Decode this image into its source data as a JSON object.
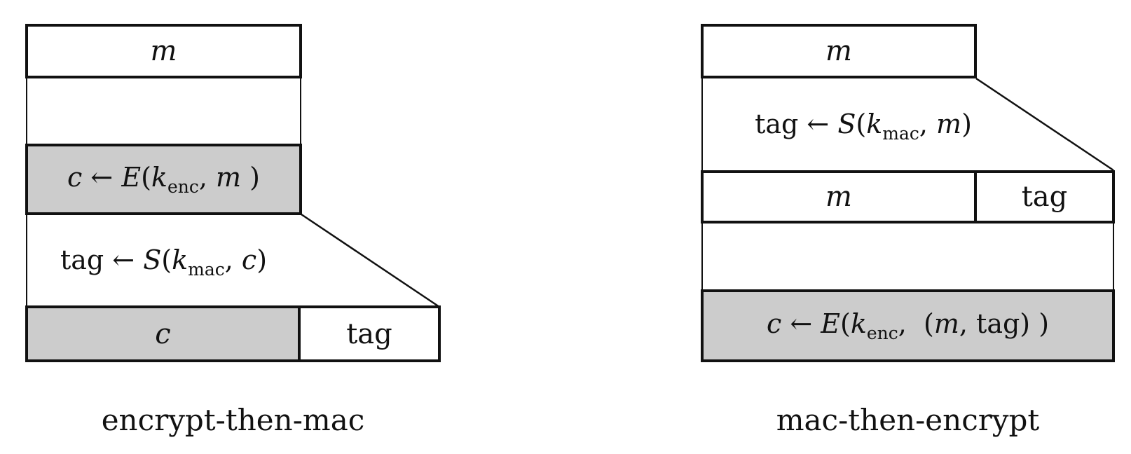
{
  "colors": {
    "shaded_fill": "#cccccc",
    "line": "#111111",
    "background": "#ffffff"
  },
  "left": {
    "caption": "encrypt-then-mac",
    "m_label": "m",
    "encrypt_formula": [
      {
        "t": "c",
        "s": "i"
      },
      {
        "t": " ← ",
        "s": "r"
      },
      {
        "t": "E",
        "s": "i"
      },
      {
        "t": "(",
        "s": "r"
      },
      {
        "t": "k",
        "s": "i"
      },
      {
        "t": "enc",
        "s": "sub"
      },
      {
        "t": ", ",
        "s": "r"
      },
      {
        "t": "m",
        "s": "i"
      },
      {
        "t": " )",
        "s": "r"
      }
    ],
    "sign_formula": [
      {
        "t": "tag ← ",
        "s": "r"
      },
      {
        "t": "S",
        "s": "i"
      },
      {
        "t": "(",
        "s": "r"
      },
      {
        "t": "k",
        "s": "i"
      },
      {
        "t": "mac",
        "s": "sub"
      },
      {
        "t": ", ",
        "s": "r"
      },
      {
        "t": "c",
        "s": "i"
      },
      {
        "t": ")",
        "s": "r"
      }
    ],
    "c_cell": "c",
    "tag_cell": "tag"
  },
  "right": {
    "caption": "mac-then-encrypt",
    "m_label": "m",
    "sign_formula": [
      {
        "t": "tag ← ",
        "s": "r"
      },
      {
        "t": "S",
        "s": "i"
      },
      {
        "t": "(",
        "s": "r"
      },
      {
        "t": "k",
        "s": "i"
      },
      {
        "t": "mac",
        "s": "sub"
      },
      {
        "t": ", ",
        "s": "r"
      },
      {
        "t": "m",
        "s": "i"
      },
      {
        "t": ")",
        "s": "r"
      }
    ],
    "row_m_cell": "m",
    "row_tag_cell": "tag",
    "encrypt_formula": [
      {
        "t": "c",
        "s": "i"
      },
      {
        "t": " ← ",
        "s": "r"
      },
      {
        "t": "E",
        "s": "i"
      },
      {
        "t": "(",
        "s": "r"
      },
      {
        "t": "k",
        "s": "i"
      },
      {
        "t": "enc",
        "s": "sub"
      },
      {
        "t": ",  (",
        "s": "r"
      },
      {
        "t": "m",
        "s": "i"
      },
      {
        "t": ", tag) )",
        "s": "r"
      }
    ]
  }
}
